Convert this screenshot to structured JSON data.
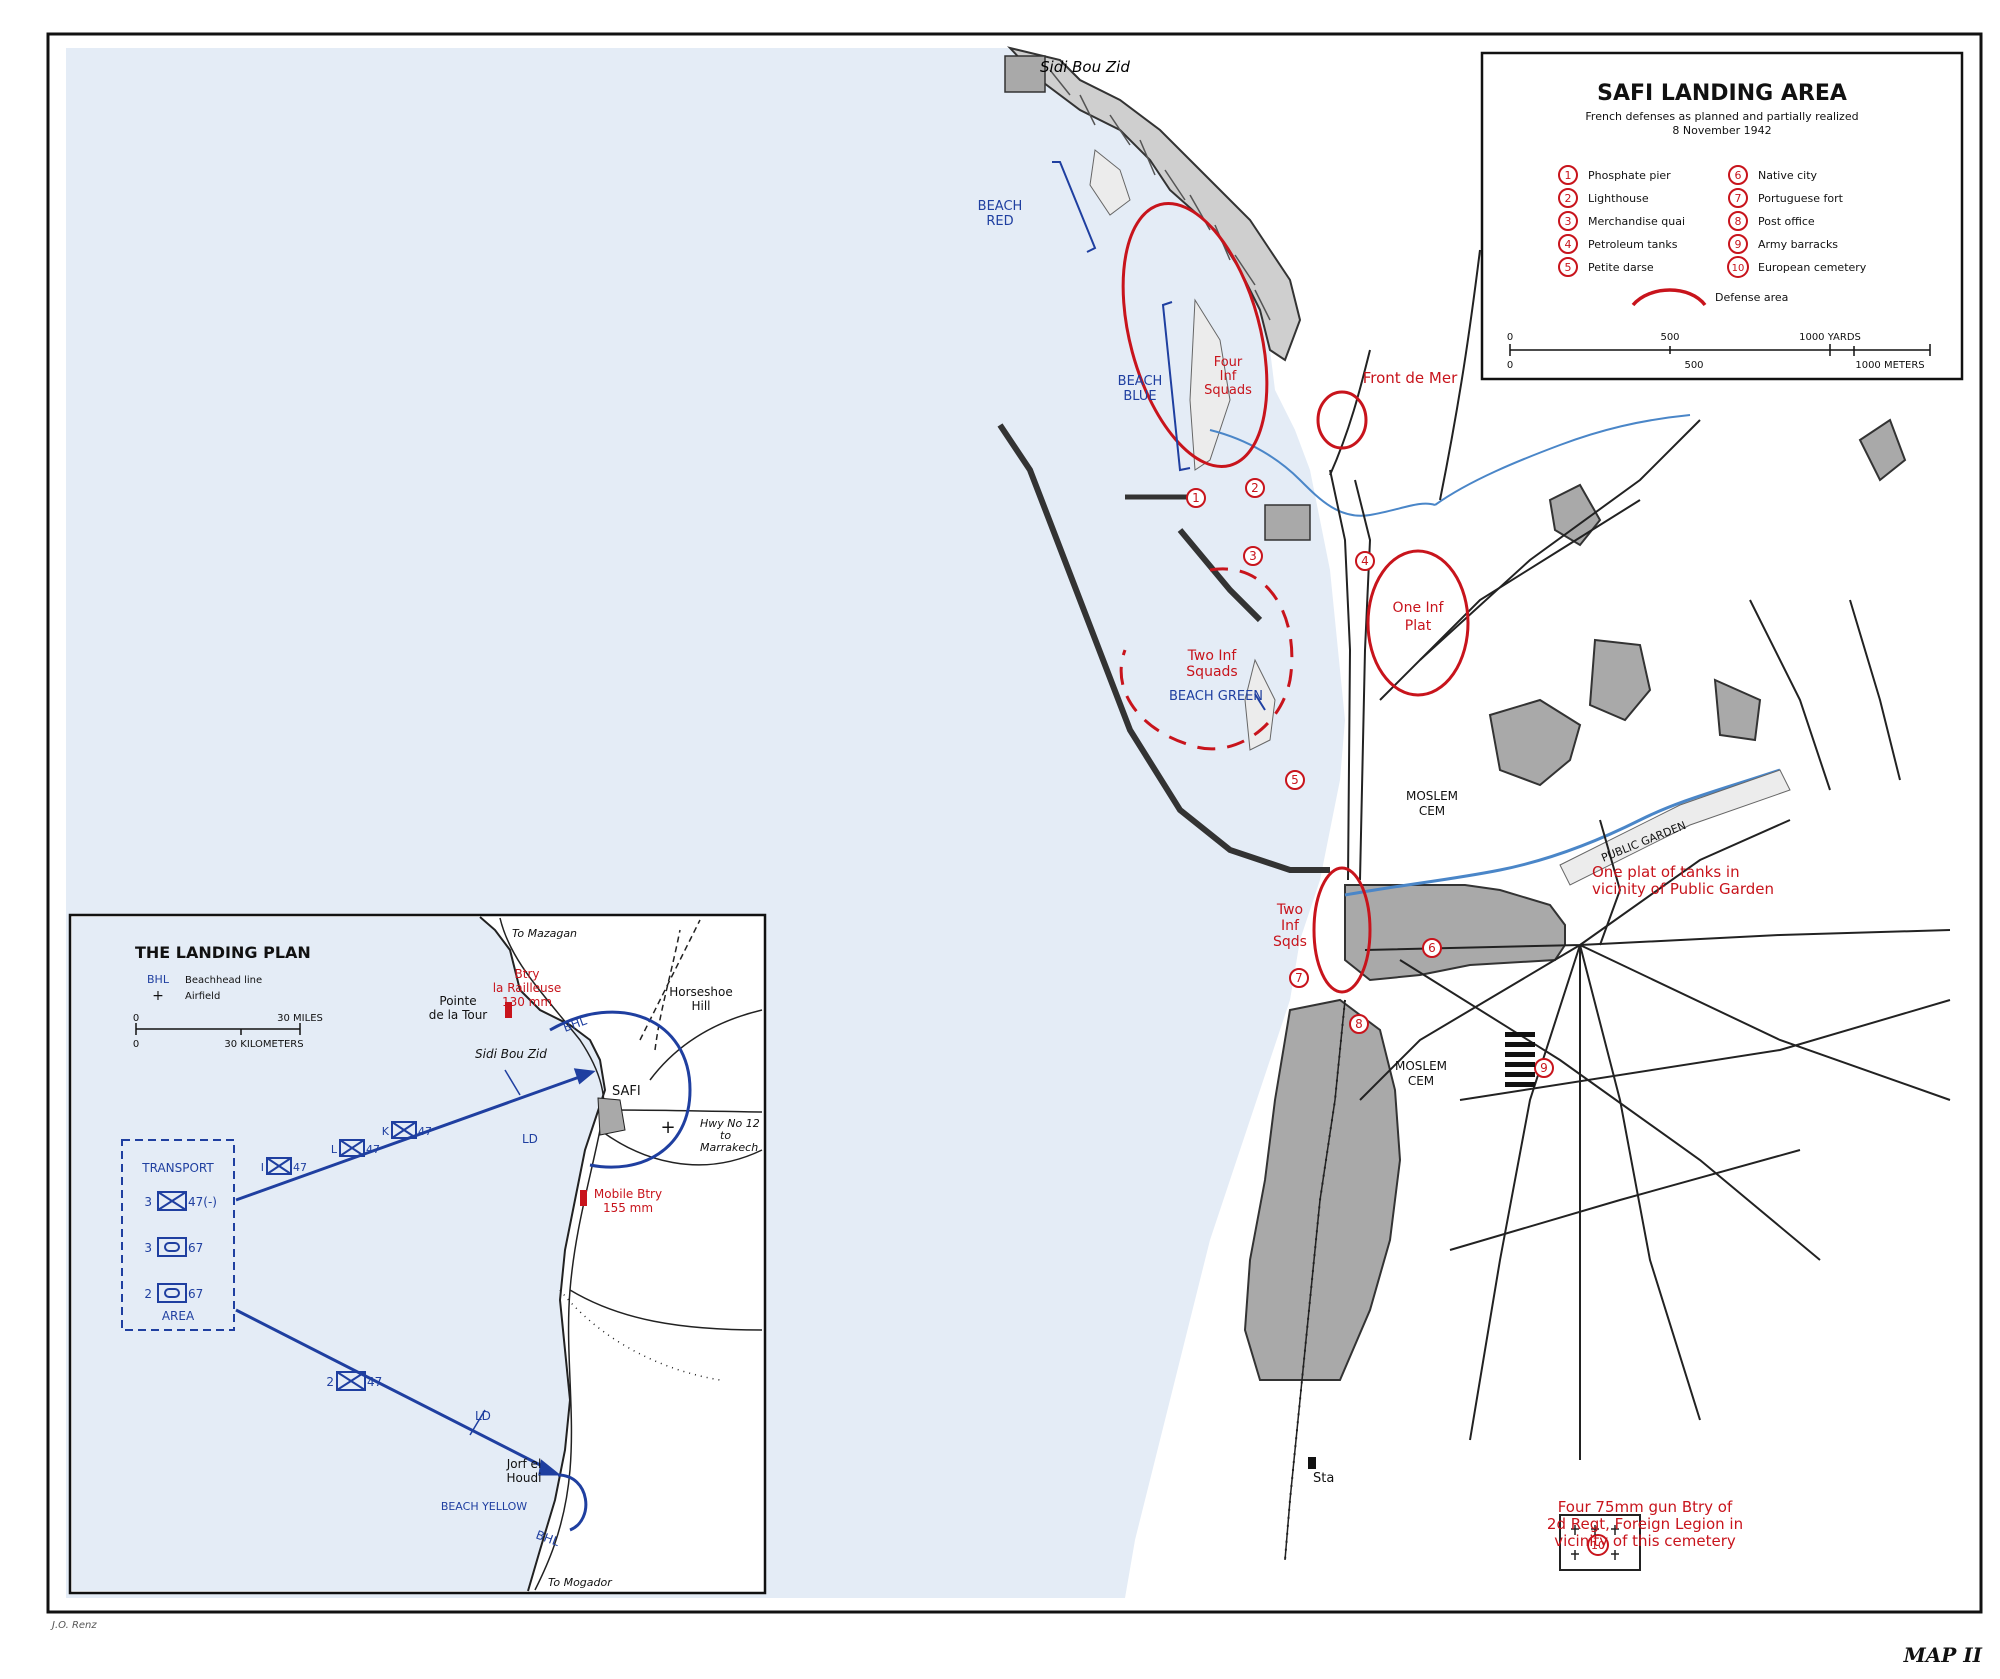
{
  "main": {
    "title": "SAFI LANDING AREA",
    "subtitle_1": "French defenses as planned and partially realized",
    "subtitle_2": "8 November 1942",
    "map_number": "MAP II",
    "cartographer": "J.O. Renz"
  },
  "legend": {
    "items": [
      {
        "num": "1",
        "label": "Phosphate pier"
      },
      {
        "num": "2",
        "label": "Lighthouse"
      },
      {
        "num": "3",
        "label": "Merchandise quai"
      },
      {
        "num": "4",
        "label": "Petroleum tanks"
      },
      {
        "num": "5",
        "label": "Petite darse"
      },
      {
        "num": "6",
        "label": "Native city"
      },
      {
        "num": "7",
        "label": "Portuguese fort"
      },
      {
        "num": "8",
        "label": "Post office"
      },
      {
        "num": "9",
        "label": "Army barracks"
      },
      {
        "num": "10",
        "label": "European cemetery"
      }
    ],
    "defense_area_label": "Defense area",
    "scale": {
      "yards_ticks": [
        "0",
        "500",
        "1000 YARDS"
      ],
      "meters_ticks": [
        "0",
        "500",
        "1000 METERS"
      ]
    }
  },
  "map_labels": {
    "sidi_bou_zid": "Sidi Bou Zid",
    "beach_red_1": "BEACH",
    "beach_red_2": "RED",
    "beach_blue_1": "BEACH",
    "beach_blue_2": "BLUE",
    "beach_green": "BEACH GREEN",
    "four_inf_squads_1": "Four",
    "four_inf_squads_2": "Inf",
    "four_inf_squads_3": "Squads",
    "front_de_mer": "Front de Mer",
    "one_inf_plat_1": "One Inf",
    "one_inf_plat_2": "Plat",
    "two_inf_squads_1": "Two Inf",
    "two_inf_squads_2": "Squads",
    "two_inf_sqds_1": "Two",
    "two_inf_sqds_2": "Inf",
    "two_inf_sqds_3": "Sqds",
    "moslem_cem": "MOSLEM",
    "moslem_cem_2": "CEM",
    "public_garden": "PUBLIC GARDEN",
    "tanks_note_1": "One plat of tanks in",
    "tanks_note_2": "vicinity of Public Garden",
    "legion_note_1": "Four 75mm gun Btry of",
    "legion_note_2": "2d Regt, Foreign Legion in",
    "legion_note_3": "vicinity of this cemetery",
    "station": "Sta"
  },
  "inset": {
    "title": "THE LANDING PLAN",
    "legend_bhl_code": "BHL",
    "legend_bhl_label": "Beachhead line",
    "legend_airfield_label": "Airfield",
    "scale_miles": "30 MILES",
    "scale_km": "30 KILOMETERS",
    "scale_zero": "0",
    "to_mazagan": "To Mazagan",
    "to_mogador": "To Mogador",
    "btry_1": "Btry",
    "btry_2": "la Railleuse",
    "btry_3": "130 mm",
    "pointe_1": "Pointe",
    "pointe_2": "de la Tour",
    "horseshoe_1": "Horseshoe",
    "horseshoe_2": "Hill",
    "bhl": "BHL",
    "sidi_bou_zid": "Sidi Bou Zid",
    "safi": "SAFI",
    "ld": "LD",
    "hwy_1": "Hwy No 12",
    "hwy_2": "to",
    "hwy_3": "Marrakech",
    "mobile_1": "Mobile Btry",
    "mobile_2": "155 mm",
    "transport": "TRANSPORT",
    "area": "AREA",
    "jorf_1": "Jorf el",
    "jorf_2": "Houdi",
    "beach_yellow": "BEACH YELLOW",
    "units": {
      "u1_num": "3",
      "u1_tail": "47(-)",
      "u2_num": "3",
      "u2_tail": "67",
      "u3_num": "2",
      "u3_tail": "67",
      "u4_num": "I",
      "u4_tail": "47",
      "u5_num": "L",
      "u5_tail": "47",
      "u6_num": "K",
      "u6_tail": "47",
      "u7_num": "2",
      "u7_tail": "47"
    }
  },
  "colors": {
    "sea": "#e4ecf6",
    "land": "#ffffff",
    "urban": "#a9a9a9",
    "defense_red": "#c8141c",
    "friendly_blue": "#1f3fa0",
    "river": "#4a86c8",
    "ink": "#111111"
  }
}
